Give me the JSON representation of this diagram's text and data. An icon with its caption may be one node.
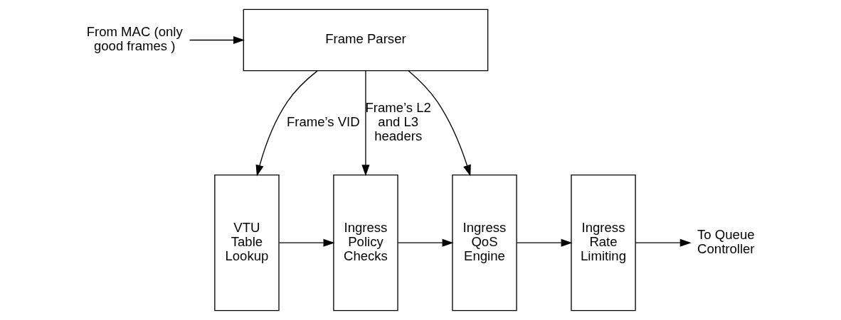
{
  "diagram": {
    "nodes": [
      {
        "text": [
          "From MAC (only good frames )"
        ]
      },
      {
        "text": [
          "Frame Parser"
        ]
      },
      {
        "text": [
          "VTU Table Lookup"
        ]
      },
      {
        "text": [
          "Ingress Policy Checks"
        ]
      },
      {
        "text": [
          "Ingress QoS Engine"
        ]
      },
      {
        "text": [
          "Ingress Rate Limiting"
        ]
      },
      {
        "text": [
          "To Queue Controller"
        ]
      }
    ],
    "edges": [
      {
        "from": 0,
        "to": 1,
        "arrow": "to"
      },
      {
        "from": 1,
        "to": 2,
        "arrow": "to",
        "label": "Frame’s VID"
      },
      {
        "from": 1,
        "to": 3,
        "arrow": "to",
        "label": "Frame’s L2 and L3 headers"
      },
      {
        "from": 1,
        "to": 4,
        "arrow": "to"
      },
      {
        "from": 2,
        "to": 3,
        "arrow": "to"
      },
      {
        "from": 3,
        "to": 4,
        "arrow": "to"
      },
      {
        "from": 4,
        "to": 5,
        "arrow": "to"
      },
      {
        "from": 5,
        "to": 6,
        "arrow": "to"
      }
    ]
  }
}
